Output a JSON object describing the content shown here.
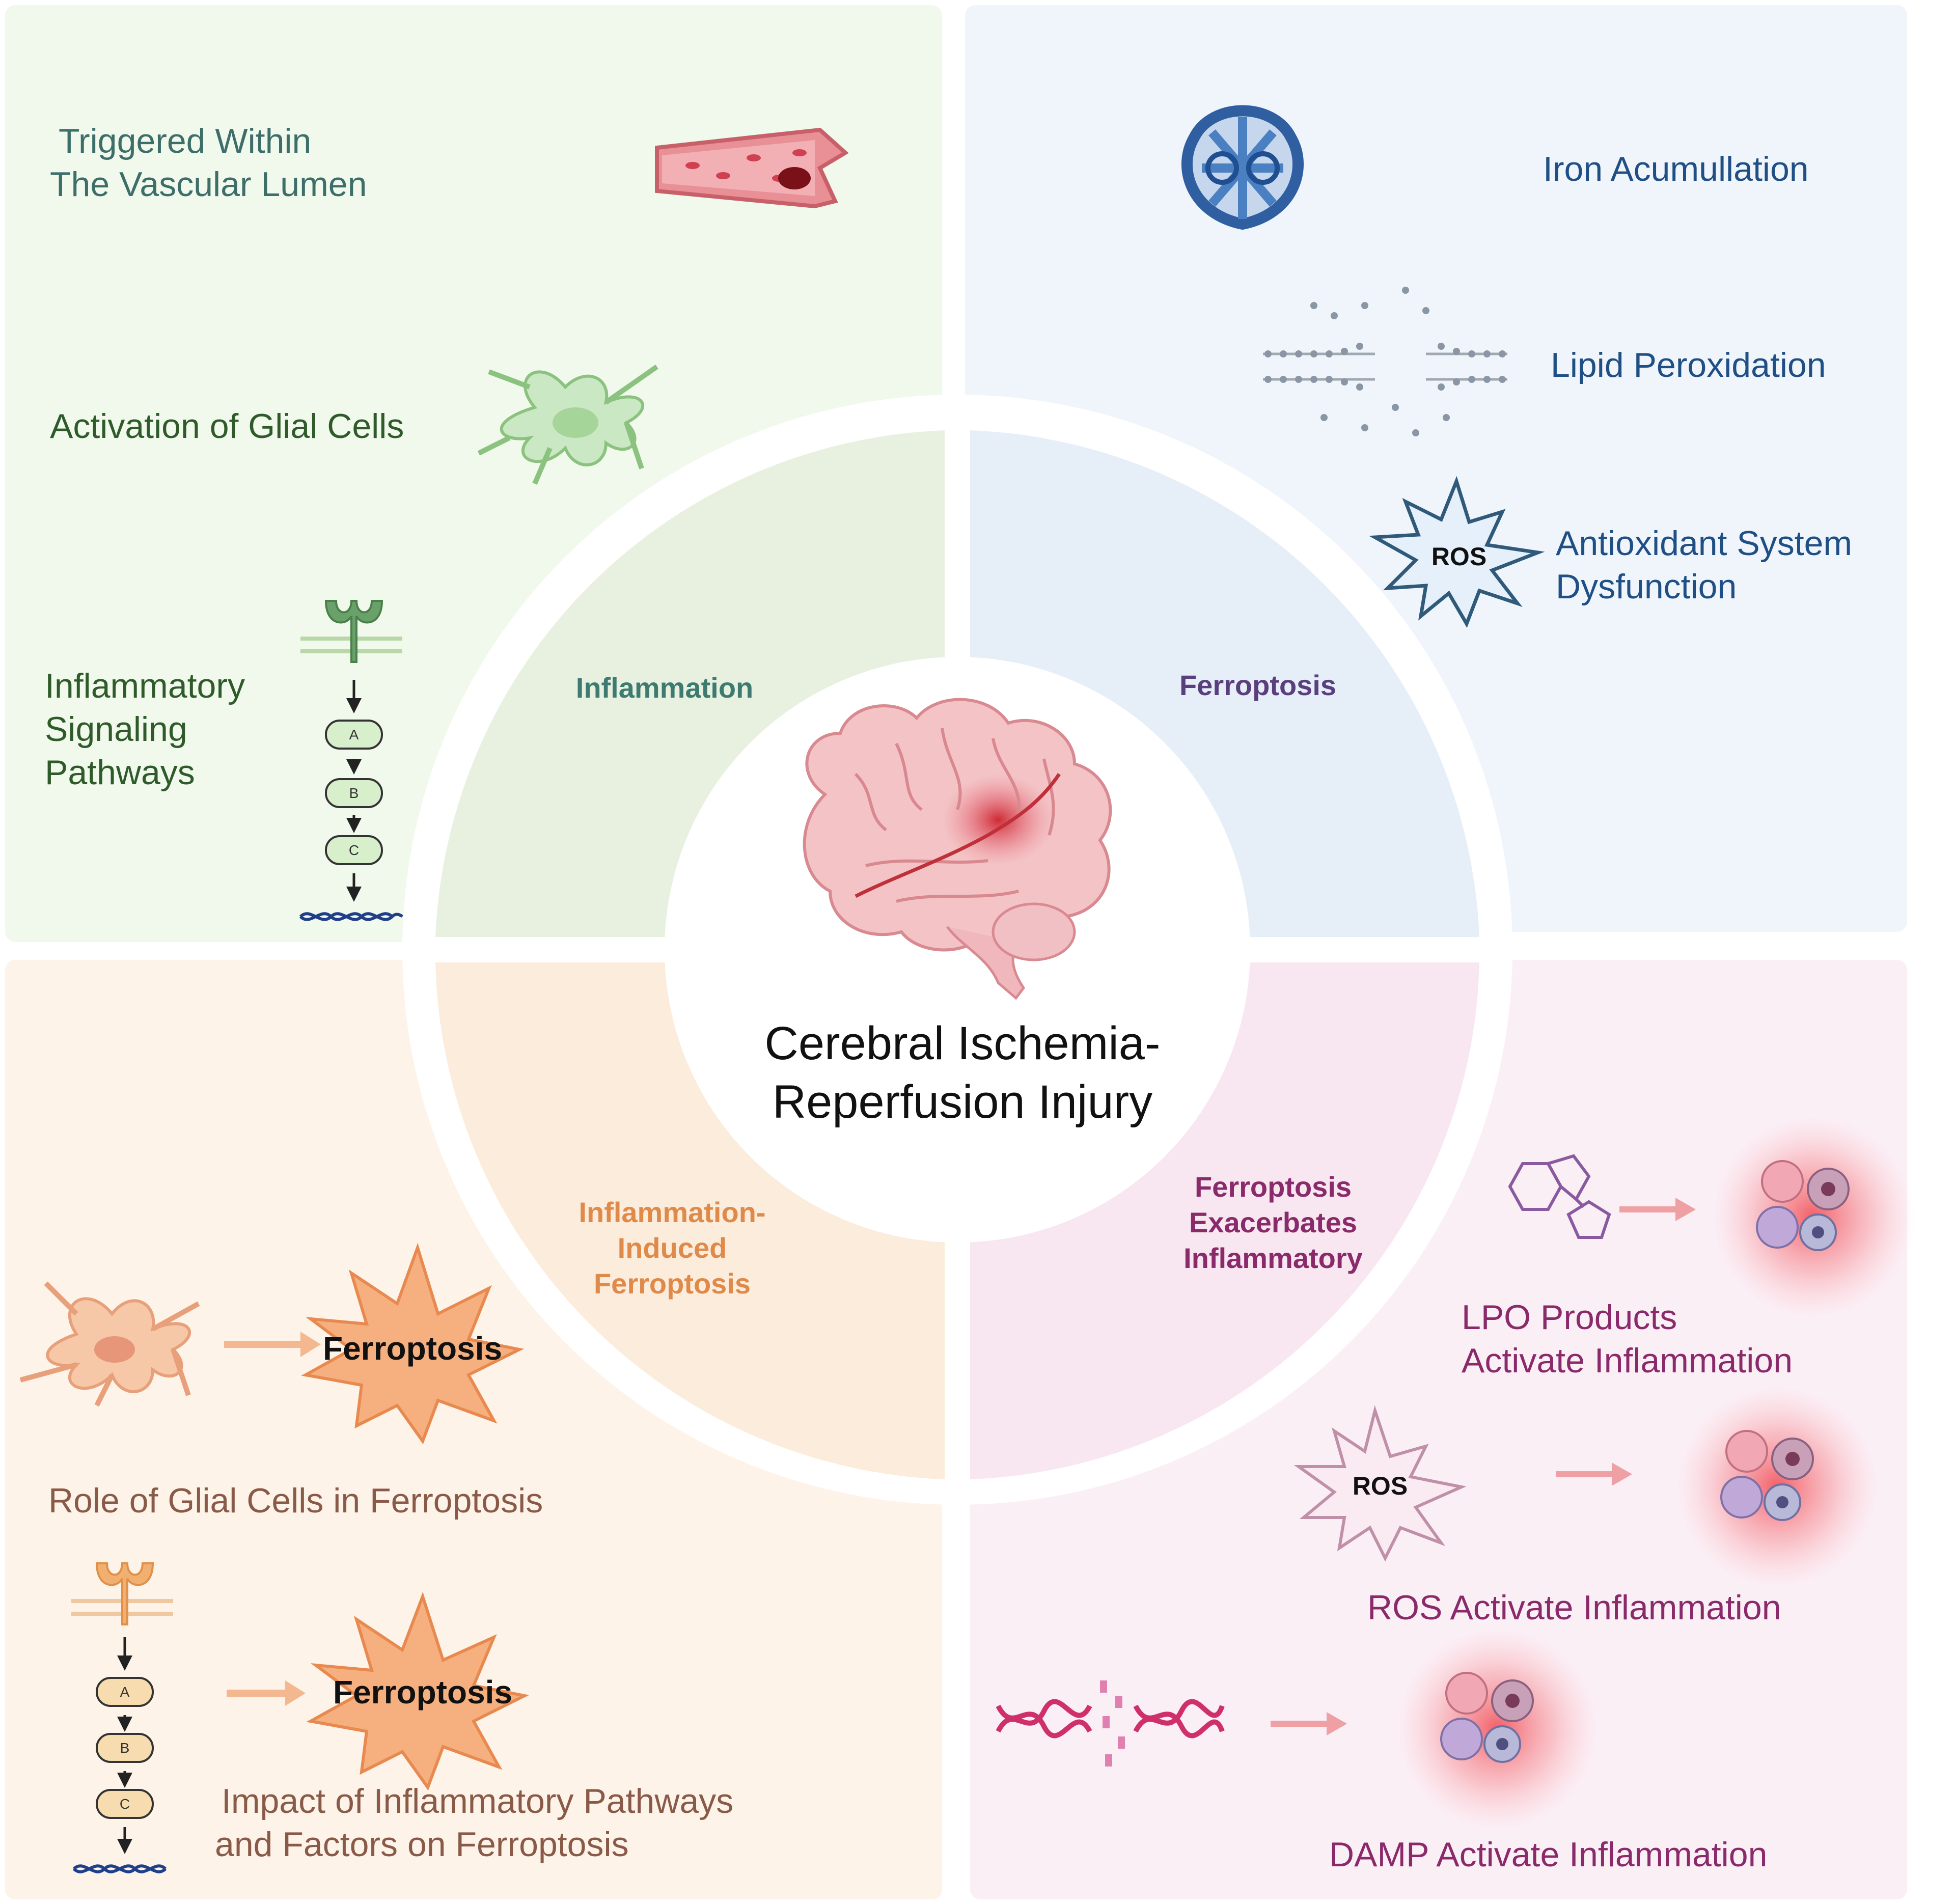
{
  "center": {
    "title_line1": "Cerebral Ischemia-",
    "title_line2": "Reperfusion Injury"
  },
  "quadrants": {
    "inflammation": {
      "label": "Inflammation",
      "items": {
        "vascular_line1": "Triggered Within",
        "vascular_line2": "The Vascular Lumen",
        "glial": "Activation of Glial Cells",
        "signaling_line1": "Inflammatory",
        "signaling_line2": "Signaling",
        "signaling_line3": "Pathways"
      },
      "pathway_steps": [
        "A",
        "B",
        "C"
      ]
    },
    "ferroptosis": {
      "label": "Ferroptosis",
      "items": {
        "iron": "Iron Acumullation",
        "lipid": "Lipid Peroxidation",
        "antioxidant_line1": "Antioxidant System",
        "antioxidant_line2": "Dysfunction",
        "ros_badge": "ROS"
      }
    },
    "inflammation_induced_ferroptosis": {
      "label_line1": "Inflammation-",
      "label_line2": "Induced",
      "label_line3": "Ferroptosis",
      "items": {
        "ferroptosis_burst_1": "Ferroptosis",
        "ferroptosis_burst_2": "Ferroptosis",
        "glial_role": "Role of Glial Cells in Ferroptosis",
        "impact_line1": "Impact of Inflammatory Pathways",
        "impact_line2": "and Factors on Ferroptosis"
      },
      "pathway_steps": [
        "A",
        "B",
        "C"
      ]
    },
    "ferroptosis_exacerbates": {
      "label_line1": "Ferroptosis",
      "label_line2": "Exacerbates",
      "label_line3": "Inflammatory",
      "items": {
        "lpo_line1": "LPO Products",
        "lpo_line2": "Activate Inflammation",
        "ros_badge": "ROS",
        "ros": "ROS Activate Inflammation",
        "damp": "DAMP Activate Inflammation"
      }
    }
  },
  "colors": {
    "tl_bg": "#f1f9ec",
    "tr_bg": "#eff5fb",
    "bl_bg": "#fdf3e8",
    "br_bg": "#fbeff6",
    "tl_ring": "#e8f1e0",
    "tr_ring": "#e6eef8",
    "bl_ring": "#fbecdc",
    "br_ring": "#f8e6f0"
  }
}
